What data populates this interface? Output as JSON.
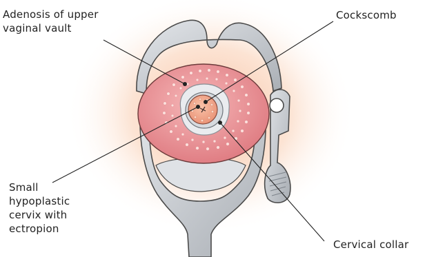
{
  "labels": {
    "adenosis": "Adenosis of upper\nvaginal vault",
    "cockscomb": "Cockscomb",
    "small_cervix": "Small\nhypoplastic\ncervix with\nectropion",
    "cervical_collar": "Cervical collar"
  },
  "colors": {
    "glow": "#f7b995",
    "speculum": "#c9cdd2",
    "speculum_dark": "#9aa0a7",
    "vault": "#eb9a9d",
    "cervix": "#f2a890",
    "line": "#222222"
  }
}
